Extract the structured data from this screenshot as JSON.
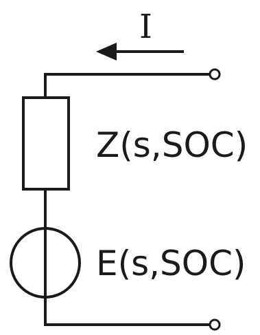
{
  "diagram": {
    "current_label": "I",
    "impedance_label": "Z(s,SOC)",
    "source_label": "E(s,SOC)"
  }
}
